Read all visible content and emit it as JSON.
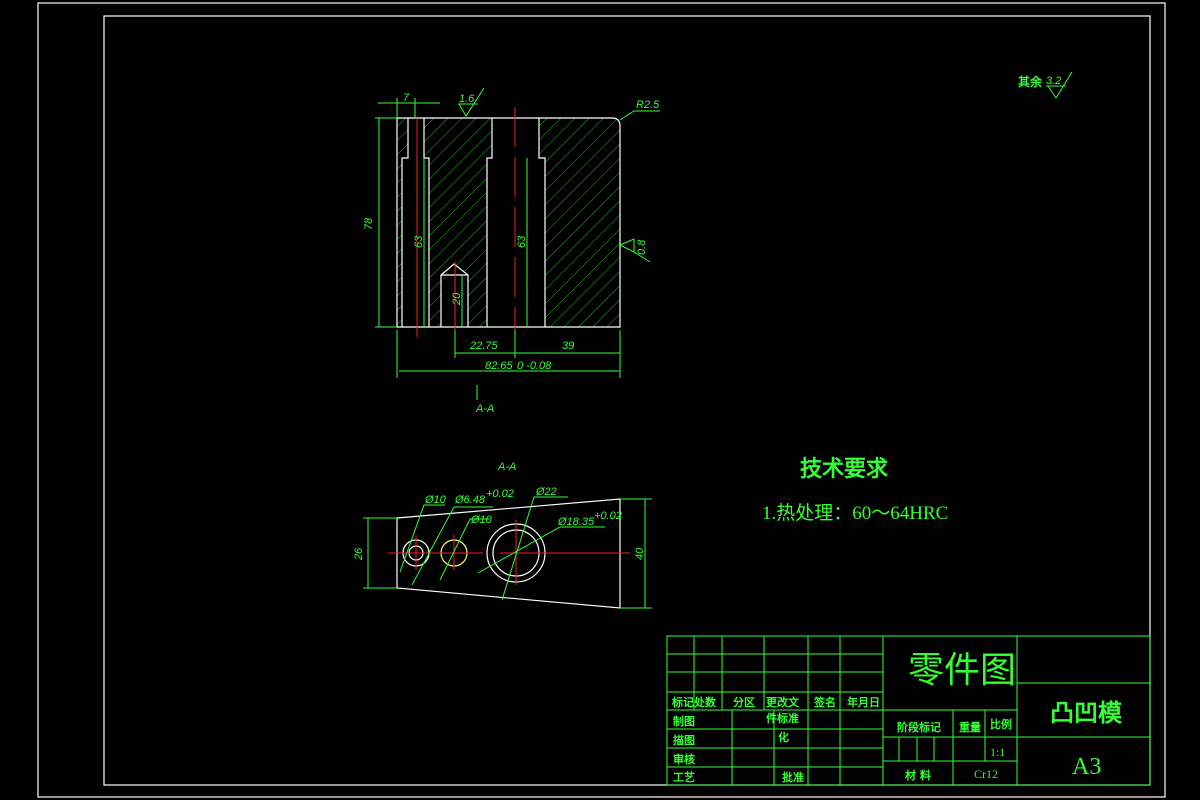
{
  "colors": {
    "background": "#000000",
    "outline": "#ffffff",
    "dimension": "#33ff33",
    "centerline": "#ee2222",
    "highlight": "#ffff66"
  },
  "drawing": {
    "surface_finish_other": {
      "prefix": "其余",
      "value": "3.2"
    },
    "main_view": {
      "dims": {
        "d7": "7",
        "roughness_top": "1.6",
        "r": "R2.5",
        "h78": "78",
        "h63a": "63",
        "h63b": "63",
        "h20": "20",
        "w2275": "22.75",
        "w39": "39",
        "w8265": "82.65",
        "w8265_tol": "0 -0.08",
        "roughness_side": "0.8"
      },
      "section_mark": "A-A"
    },
    "section_view": {
      "title": "A-A",
      "dims": {
        "d10a": "Ø10",
        "d648": "Ø6.48",
        "d648_tol": "+0.02",
        "d10b": "Ø10",
        "d22": "Ø22",
        "d1835": "Ø18.35",
        "d1835_tol": "+0.02",
        "h26": "26",
        "h40": "40"
      }
    },
    "tech_requirements": {
      "title": "技术要求",
      "items": [
        "1.热处理：60～64HRC"
      ]
    }
  },
  "title_block": {
    "drawing_type": "零件图",
    "part_name": "凸凹模",
    "sheet_size": "A3",
    "header_row": [
      "标记处数",
      "分区",
      "更改文",
      "签名",
      "年月日"
    ],
    "roles": [
      "制图",
      "描图",
      "审核",
      "工艺"
    ],
    "std_label": "件标准",
    "std_label2": "化",
    "approve": "批准",
    "stage_mark": "阶段标记",
    "weight": "重量",
    "scale_label": "比例",
    "scale": "1:1",
    "material_label": "材 料",
    "material": "Cr12"
  }
}
